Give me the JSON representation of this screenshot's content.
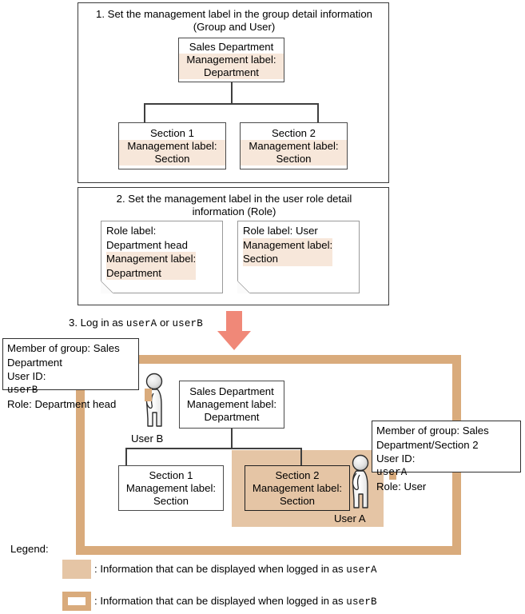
{
  "colors": {
    "highlight_light": "#f7e7da",
    "highlight_tan": "#e5c5a5",
    "frame_tan": "#d9ab7c",
    "arrow_salmon": "#f08878",
    "box_border": "#4a4a4a"
  },
  "step1": {
    "title_line1": "1. Set the management label in the group detail information",
    "title_line2": "(Group and User)",
    "root": {
      "name": "Sales Department",
      "label_caption": "Management label:",
      "label_value": "Department"
    },
    "children": [
      {
        "name": "Section 1",
        "label_caption": "Management label:",
        "label_value": "Section"
      },
      {
        "name": "Section 2",
        "label_caption": "Management label:",
        "label_value": "Section"
      }
    ]
  },
  "step2": {
    "title_line1": "2. Set the management label in the user role detail",
    "title_line2": "information (Role)",
    "notes": [
      {
        "line1": "Role label:",
        "line2": "Department head",
        "line3": "Management label:",
        "line4": "Department"
      },
      {
        "line1": "Role label: User",
        "line2": "Management label:",
        "line3": "Section"
      }
    ]
  },
  "step3": {
    "caption_prefix": "3. Log in as ",
    "caption_user_a": "userA",
    "caption_mid": " or ",
    "caption_user_b": "userB",
    "root": {
      "name": "Sales Department",
      "label_caption": "Management label:",
      "label_value": "Department"
    },
    "children": [
      {
        "name": "Section 1",
        "label_caption": "Management label:",
        "label_value": "Section"
      },
      {
        "name": "Section 2",
        "label_caption": "Management label:",
        "label_value": "Section"
      }
    ],
    "user_b": {
      "figure_label": "User B",
      "callout": {
        "line1": "Member of group: Sales",
        "line2": "Department",
        "line3_label": "User ID: ",
        "line3_value": "userB",
        "line4": "Role: Department head"
      }
    },
    "user_a": {
      "figure_label": "User A",
      "callout": {
        "line1": "Member of group: Sales",
        "line2": "Department/Section 2",
        "line3_label": "User ID: ",
        "line3_value": "userA",
        "line4": "Role: User"
      }
    }
  },
  "legend": {
    "title": "Legend:",
    "items": [
      {
        "swatch": "filled-tan",
        "text_prefix": ": Information that can be displayed when logged in as ",
        "user": "userA"
      },
      {
        "swatch": "outline-tan",
        "text_prefix": ": Information that can be displayed when logged in as ",
        "user": "userB"
      }
    ]
  }
}
